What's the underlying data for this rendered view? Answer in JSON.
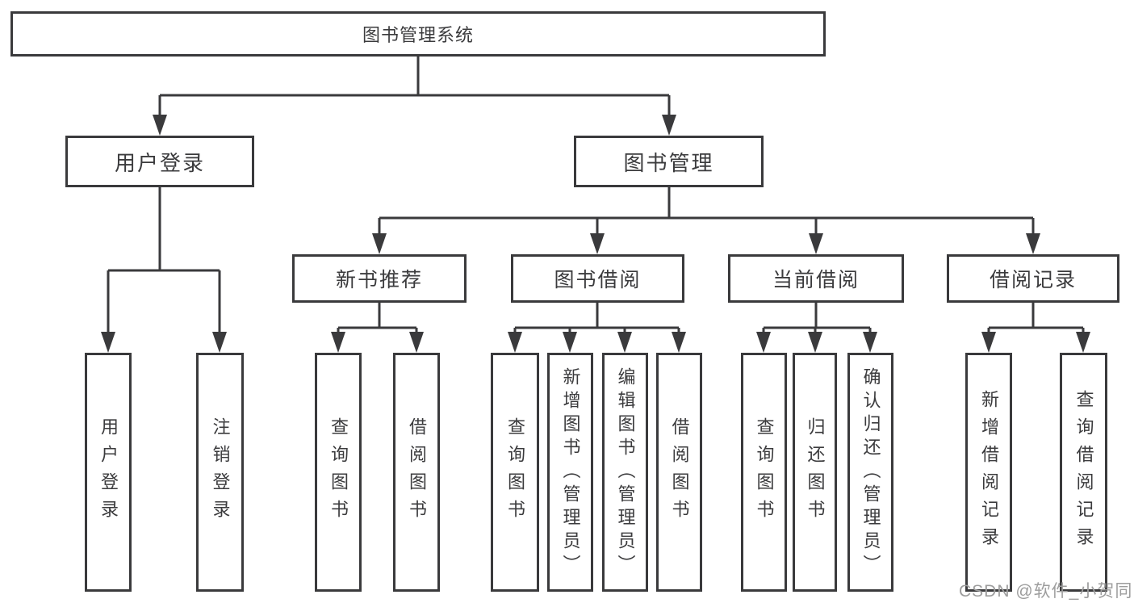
{
  "watermark": "CSDN @软件_小贺同学",
  "colors": {
    "line": "#3a3a3c",
    "text": "#3b3b3d",
    "background": "#ffffff",
    "watermark_gray": "#9d9d9d"
  },
  "tree": {
    "root": {
      "label": "图书管理系统"
    },
    "children": [
      {
        "label": "用户登录",
        "children": [
          {
            "label": "用户登录"
          },
          {
            "label": "注销登录"
          }
        ]
      },
      {
        "label": "图书管理",
        "children": [
          {
            "label": "新书推荐",
            "children": [
              {
                "label": "查询图书"
              },
              {
                "label": "借阅图书"
              }
            ]
          },
          {
            "label": "图书借阅",
            "children": [
              {
                "label": "查询图书"
              },
              {
                "label": "新增图书（管理员）"
              },
              {
                "label": "编辑图书（管理员）"
              },
              {
                "label": "借阅图书"
              }
            ]
          },
          {
            "label": "当前借阅",
            "children": [
              {
                "label": "查询图书"
              },
              {
                "label": "归还图书"
              },
              {
                "label": "确认归还（管理员）"
              }
            ]
          },
          {
            "label": "借阅记录",
            "children": [
              {
                "label": "新增借阅记录"
              },
              {
                "label": "查询借阅记录"
              }
            ]
          }
        ]
      }
    ]
  }
}
